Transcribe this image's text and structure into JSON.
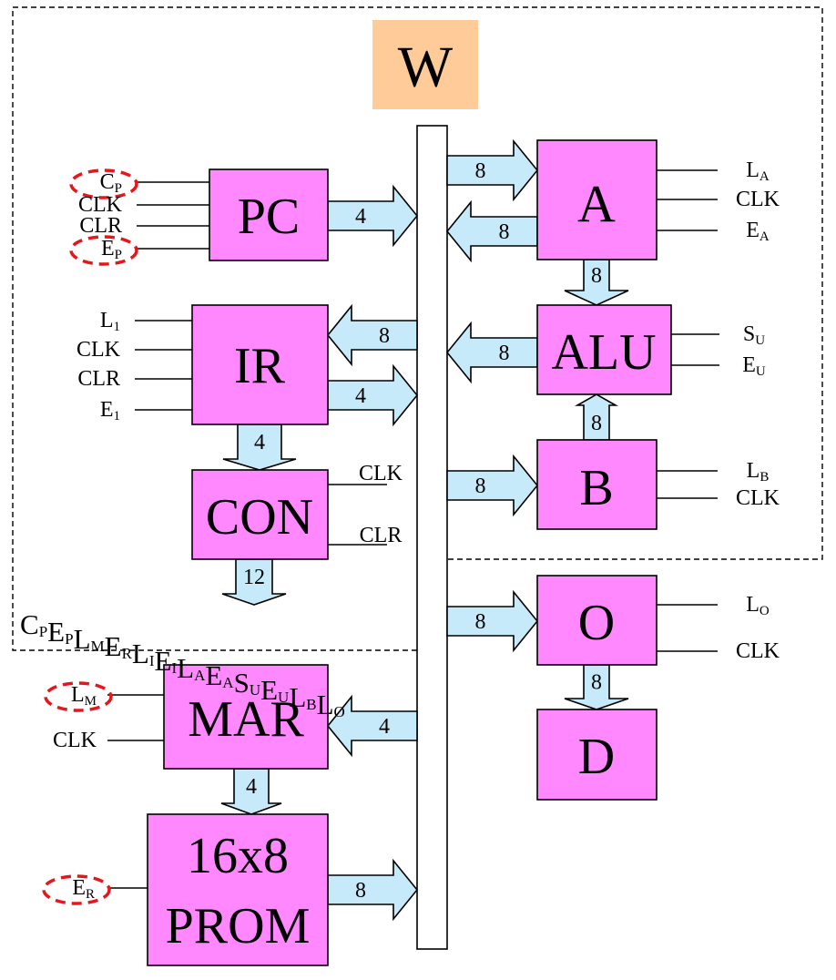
{
  "bus": {
    "label": "W",
    "color": "#ffcc99"
  },
  "blocks": {
    "pc": "PC",
    "ir": "IR",
    "con": "CON",
    "mar": "MAR",
    "prom_line1": "16x8",
    "prom_line2": "PROM",
    "a": "A",
    "alu": "ALU",
    "b": "B",
    "o": "O",
    "d": "D"
  },
  "arrows": {
    "pc_to_bus": "4",
    "bus_to_ir": "8",
    "ir_to_bus": "4",
    "ir_to_con": "4",
    "con_out": "12",
    "bus_to_mar": "4",
    "mar_to_prom": "4",
    "prom_to_bus": "8",
    "bus_to_a": "8",
    "a_to_bus": "8",
    "a_to_alu": "8",
    "alu_to_bus": "8",
    "b_to_alu": "8",
    "bus_to_b": "8",
    "bus_to_o": "8",
    "o_to_d": "8"
  },
  "signals": {
    "pc": [
      {
        "main": "C",
        "sub": "P",
        "highlighted": true
      },
      {
        "main": "CLK",
        "sub": "",
        "highlighted": false
      },
      {
        "main": "CLR",
        "sub": "",
        "highlighted": false
      },
      {
        "main": "E",
        "sub": "P",
        "highlighted": true
      }
    ],
    "ir": [
      {
        "main": "L",
        "sub": "1"
      },
      {
        "main": "CLK",
        "sub": ""
      },
      {
        "main": "CLR",
        "sub": ""
      },
      {
        "main": "E",
        "sub": "1"
      }
    ],
    "con": [
      {
        "main": "CLK",
        "sub": ""
      },
      {
        "main": "CLR",
        "sub": ""
      }
    ],
    "mar": [
      {
        "main": "L",
        "sub": "M",
        "highlighted": true
      },
      {
        "main": "CLK",
        "sub": "",
        "highlighted": false
      }
    ],
    "prom": [
      {
        "main": "E",
        "sub": "R",
        "highlighted": true
      }
    ],
    "a": [
      {
        "main": "L",
        "sub": "A"
      },
      {
        "main": "CLK",
        "sub": ""
      },
      {
        "main": "E",
        "sub": "A"
      }
    ],
    "alu": [
      {
        "main": "S",
        "sub": "U"
      },
      {
        "main": "E",
        "sub": "U"
      }
    ],
    "b": [
      {
        "main": "L",
        "sub": "B"
      },
      {
        "main": "CLK",
        "sub": ""
      }
    ],
    "o": [
      {
        "main": "L",
        "sub": "O"
      },
      {
        "main": "CLK",
        "sub": ""
      }
    ]
  },
  "control_word": [
    {
      "main": "C",
      "sub": "P"
    },
    {
      "main": "E",
      "sub": "P"
    },
    {
      "main": "L",
      "sub": "M"
    },
    {
      "main": "E",
      "sub": "R"
    },
    {
      "main": "L",
      "sub": "I"
    },
    {
      "main": "E",
      "sub": "I"
    },
    {
      "main": "L",
      "sub": "A"
    },
    {
      "main": "E",
      "sub": "A"
    },
    {
      "main": "S",
      "sub": "U"
    },
    {
      "main": "E",
      "sub": "U"
    },
    {
      "main": "L",
      "sub": "B"
    },
    {
      "main": "L",
      "sub": "O"
    }
  ],
  "colors": {
    "block_fill": "#ff88ff",
    "arrow_fill": "#c6eafa",
    "highlight": "#e8161a"
  }
}
